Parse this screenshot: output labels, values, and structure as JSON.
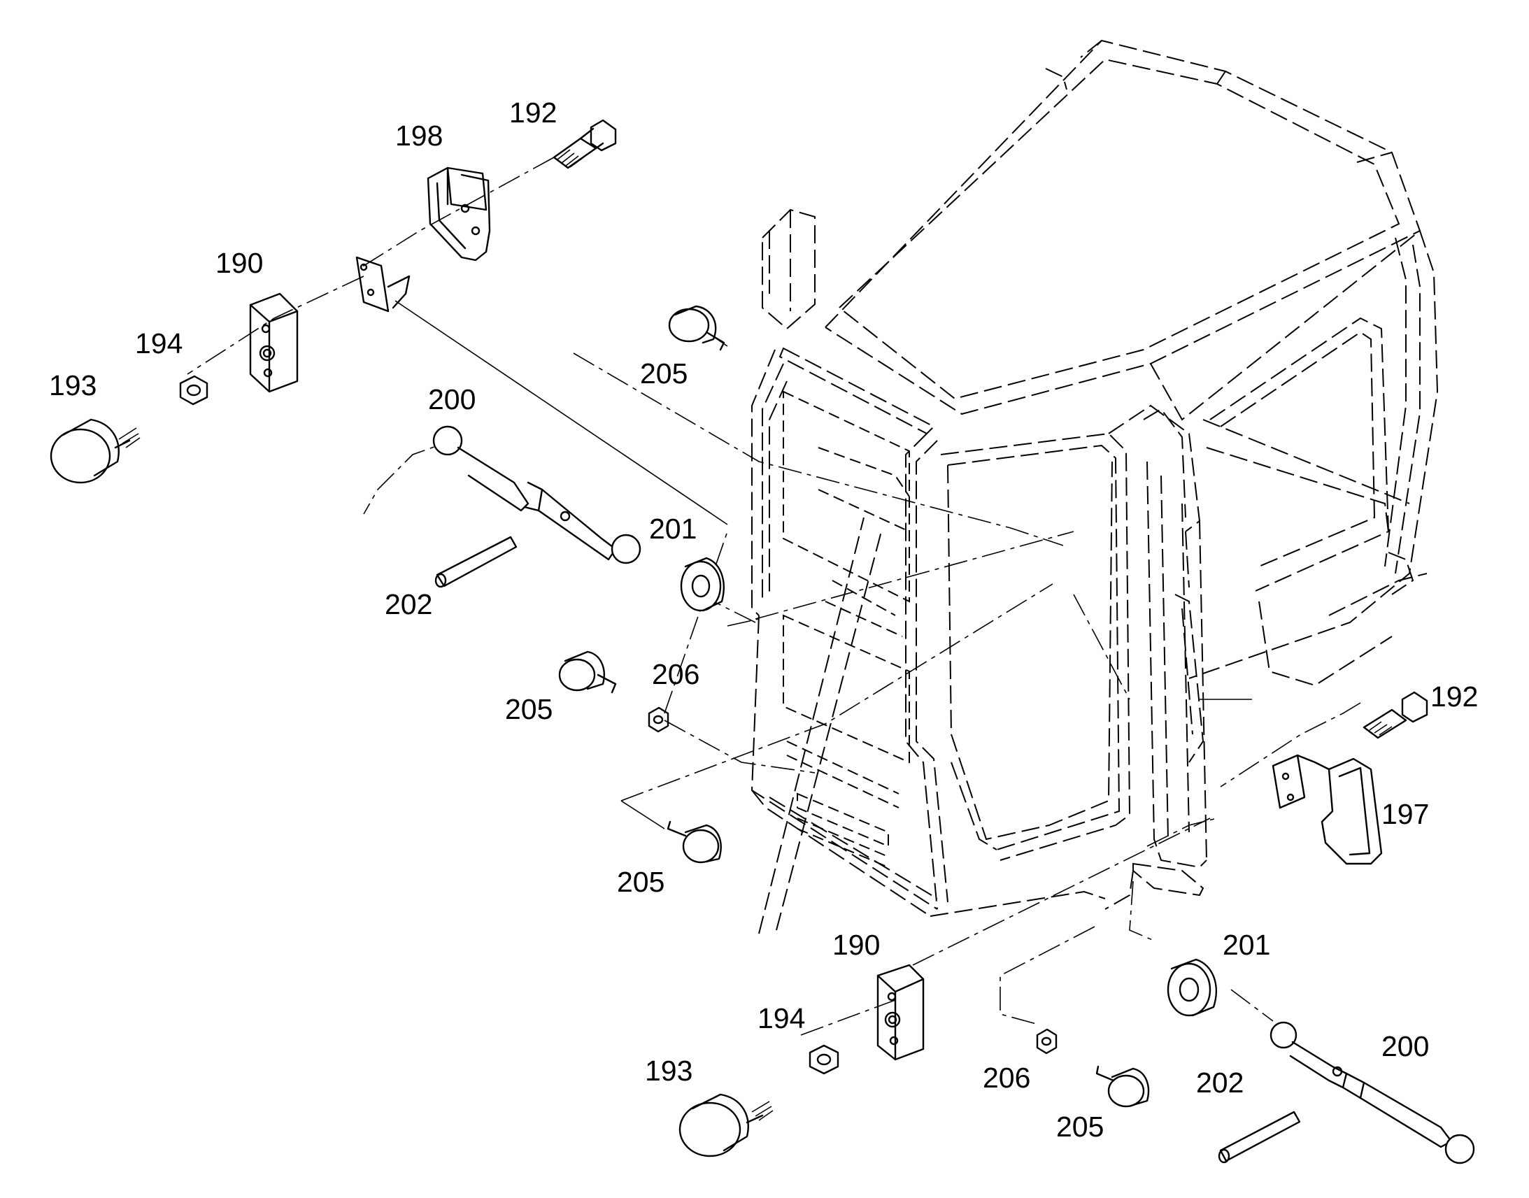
{
  "labels": {
    "l192a": "192",
    "l198": "198",
    "l190a": "190",
    "l194a": "194",
    "l193a": "193",
    "l200a": "200",
    "l205a": "205",
    "l201a": "201",
    "l202a": "202",
    "l206a": "206",
    "l205b": "205",
    "l205c": "205",
    "l192b": "192",
    "l197": "197",
    "l190b": "190",
    "l201b": "201",
    "l194b": "194",
    "l193b": "193",
    "l206b": "206",
    "l205d": "205",
    "l202b": "202",
    "l200b": "200"
  },
  "parts": {
    "cab": "cab-frame",
    "bolt": "bolt",
    "handle": "grab-handle",
    "block": "mount-block",
    "nut": "hex-nut",
    "bumper": "rubber-bumper",
    "strut": "gas-strut",
    "bushing": "bushing",
    "pin": "pin"
  }
}
